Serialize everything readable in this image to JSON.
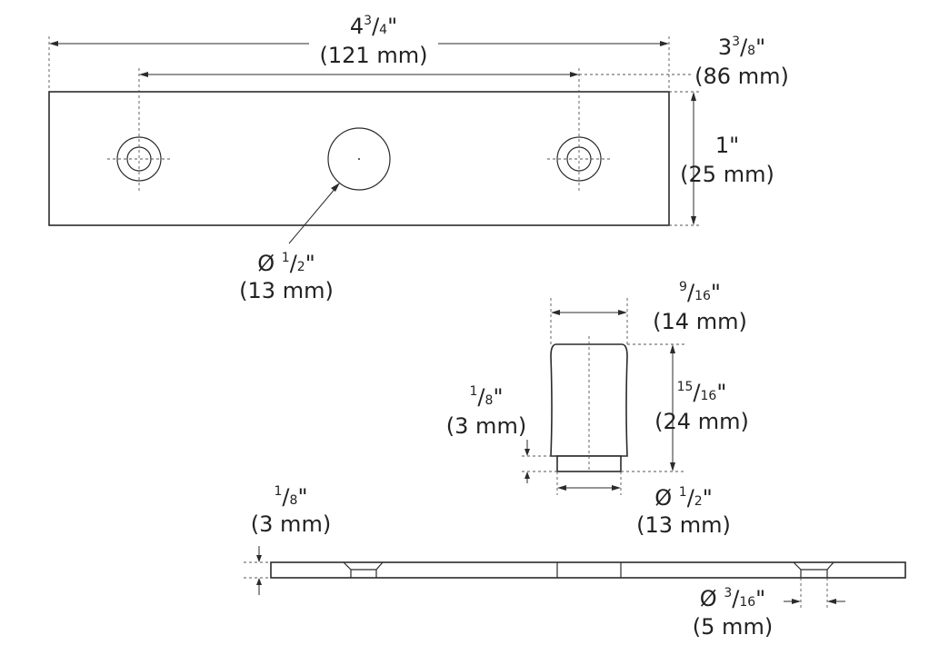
{
  "plate_length": {
    "whole": "4",
    "num": "3",
    "den": "4",
    "unit": "\"",
    "metric": "(121 mm)"
  },
  "hole_spacing": {
    "whole": "3",
    "num": "3",
    "den": "8",
    "unit": "\"",
    "metric": "(86 mm)"
  },
  "plate_height": {
    "whole": "1",
    "unit": "\"",
    "metric": "(25 mm)"
  },
  "knob_hole_diameter": {
    "prefix": "Ø ",
    "num": "1",
    "den": "2",
    "unit": "\"",
    "metric": "(13 mm)"
  },
  "knob_width": {
    "num": "9",
    "den": "16",
    "unit": "\"",
    "metric": "(14 mm)"
  },
  "knob_height": {
    "num": "15",
    "den": "16",
    "unit": "\"",
    "metric": "(24 mm)"
  },
  "knob_base_height": {
    "num": "1",
    "den": "8",
    "unit": "\"",
    "metric": "(3 mm)"
  },
  "knob_base_diameter": {
    "prefix": "Ø ",
    "num": "1",
    "den": "2",
    "unit": "\"",
    "metric": "(13 mm)"
  },
  "plate_thickness": {
    "num": "1",
    "den": "8",
    "unit": "\"",
    "metric": "(3 mm)"
  },
  "screw_hole_diameter": {
    "prefix": "Ø ",
    "num": "3",
    "den": "16",
    "unit": "\"",
    "metric": "(5 mm)"
  }
}
